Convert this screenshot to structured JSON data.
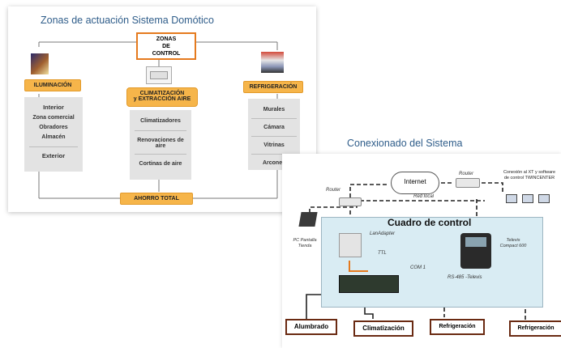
{
  "zones": {
    "title": "Zonas de actuación Sistema Domótico",
    "control_line1": "ZONAS",
    "control_line2": "DE",
    "control_line3": "CONTROL",
    "iluminacion": {
      "label": "ILUMINACIÓN",
      "items": [
        "Interior",
        "Zona comercial",
        "Obradores",
        "Almacén"
      ],
      "extra": "Exterior"
    },
    "clima": {
      "label_line1": "CLIMATIZACIÓN",
      "label_line2": "y EXTRACCIÓN AIRE",
      "items": [
        "Climatizadores",
        "Renovaciones de aire",
        "Cortinas de aire"
      ]
    },
    "refrigeracion": {
      "label": "REFRIGERACIÓN",
      "items": [
        "Murales",
        "Cámara",
        "Vitrinas",
        "Arcones"
      ]
    },
    "total": "AHORRO TOTAL"
  },
  "connection": {
    "title": "Conexionado del Sistema",
    "internet": "Internet",
    "router_left": "Router",
    "router_right": "Router",
    "red_local": "Red local",
    "remote_text": "Conexión al XT y software de control TWINCENTER",
    "cuadro": "Cuadro de control",
    "lanadapter": "LanAdapter",
    "ttl": "TTL",
    "com1": "COM 1",
    "rs485": "RS-485 -Televis",
    "televis": "Televis Compact 600",
    "pc": "PC Pantalla Tienda",
    "outputs": [
      "Alumbrado",
      "Climatización",
      "Refrigeración",
      "Refrigeración"
    ]
  },
  "colors": {
    "accent": "#f6b54a",
    "title": "#2f5d8a",
    "panel": "#d9ecf3",
    "line": "#222222"
  }
}
